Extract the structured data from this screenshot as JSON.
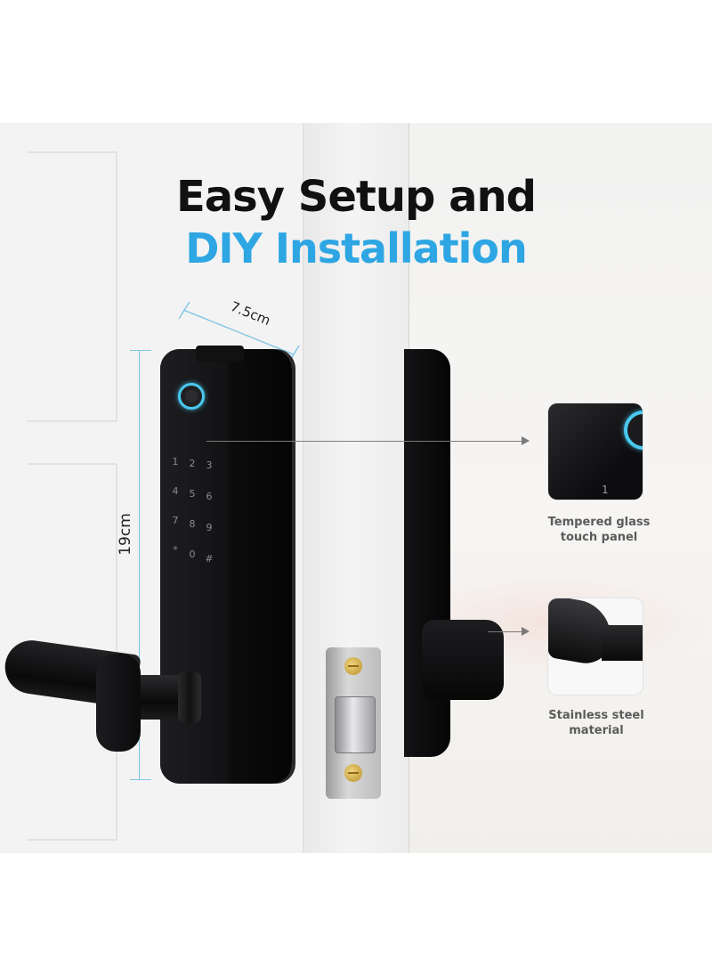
{
  "headline": {
    "line1": "Easy Setup and",
    "line2": "DIY Installation",
    "line1_color": "#111111",
    "line2_color": "#2ea6e3"
  },
  "dimensions": {
    "width_label": "7.5cm",
    "height_label": "19cm",
    "line_color": "#7cc4e4"
  },
  "keypad": {
    "keys": [
      "1",
      "2",
      "3",
      "4",
      "5",
      "6",
      "7",
      "8",
      "9",
      "*",
      "0",
      "#"
    ],
    "fingerprint_ring_color": "#49c8ee"
  },
  "callouts": [
    {
      "caption_line1": "Tempered glass",
      "caption_line2": "touch panel",
      "thumb_digit": "1"
    },
    {
      "caption_line1": "Stainless steel",
      "caption_line2": "material"
    }
  ]
}
